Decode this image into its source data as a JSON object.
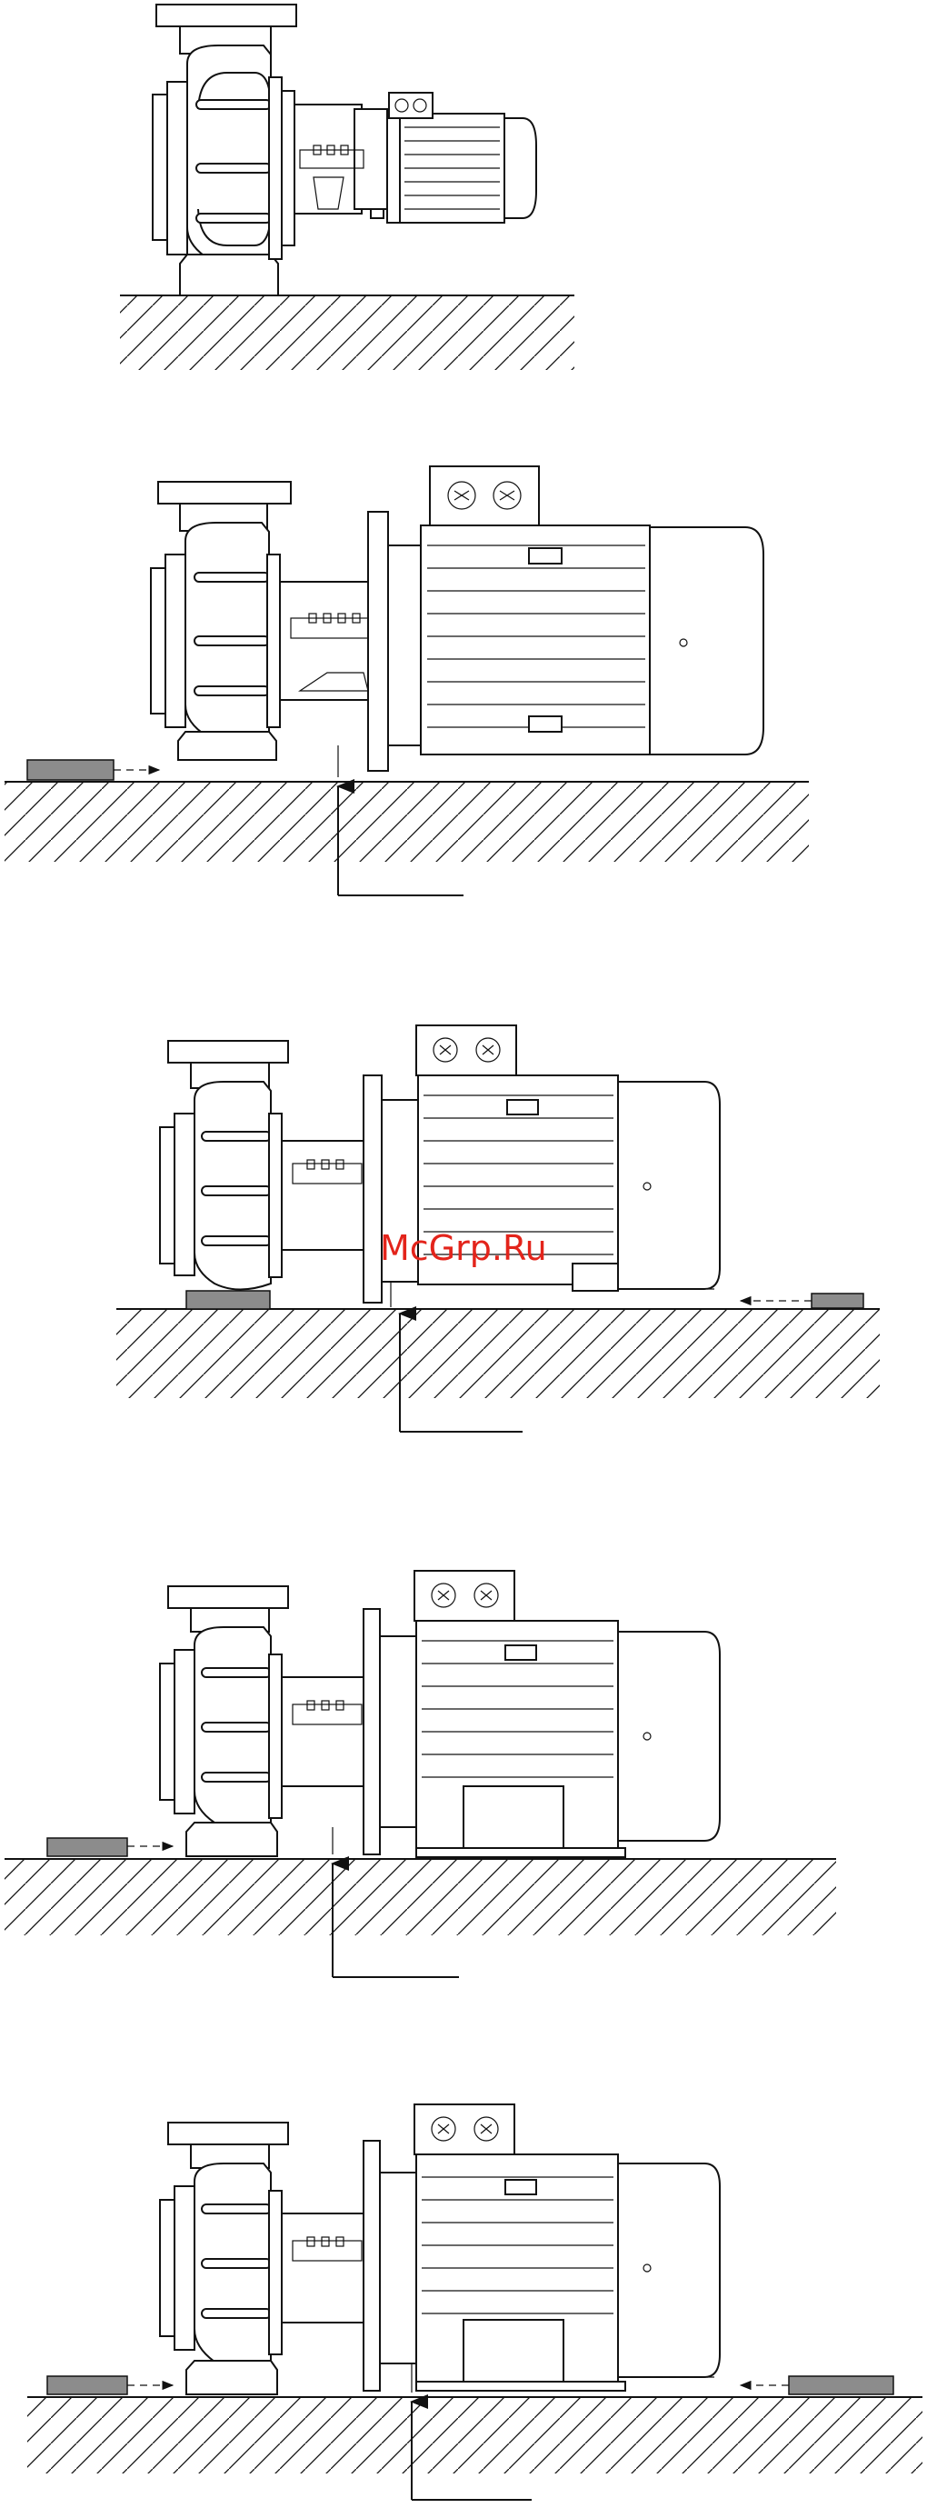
{
  "watermark": {
    "text": "McGrp.Ru"
  },
  "figures": [
    {
      "name": "pump-assembly-1",
      "variant": "small-motor",
      "shims": "none",
      "wall_support": false
    },
    {
      "name": "pump-assembly-2",
      "variant": "large-motor",
      "shims": "left",
      "wall_support": true
    },
    {
      "name": "pump-assembly-3",
      "variant": "large-motor",
      "shims": "right",
      "wall_support": true
    },
    {
      "name": "pump-assembly-4",
      "variant": "large-motor-footed",
      "shims": "left",
      "wall_support": true
    },
    {
      "name": "pump-assembly-5",
      "variant": "large-motor-footed",
      "shims": "both",
      "wall_support": true
    }
  ]
}
